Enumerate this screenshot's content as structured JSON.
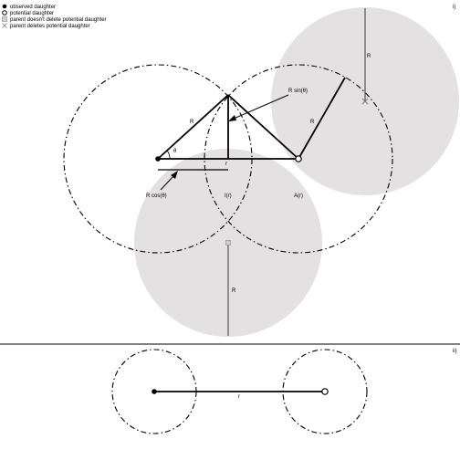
{
  "legend": {
    "items": [
      {
        "marker": "filled-circle-icon",
        "label": "observed daughter"
      },
      {
        "marker": "open-circle-icon",
        "label": "potential daughter"
      },
      {
        "marker": "grey-square-icon",
        "label": "parent doesn't delete potential daughter"
      },
      {
        "marker": "cross-icon",
        "label": "parent deletes potential daughter"
      }
    ]
  },
  "panel_i": {
    "tag": "i)",
    "labels": {
      "R_top": "R",
      "R_sin": "R sin(θ)",
      "R_left": "R",
      "R_right": "R",
      "theta": "θ",
      "r_small": "r",
      "R_cos": "R cos(θ)",
      "I_r": "I(r)",
      "A_r": "A(r)",
      "R_bottom": "R"
    }
  },
  "panel_ii": {
    "tag": "ii)",
    "r_label": "r"
  },
  "colors": {
    "shade": "#e3e1e1",
    "ink": "#000000",
    "grey_line": "#555555",
    "grey_marker": "#cfcfcf"
  }
}
